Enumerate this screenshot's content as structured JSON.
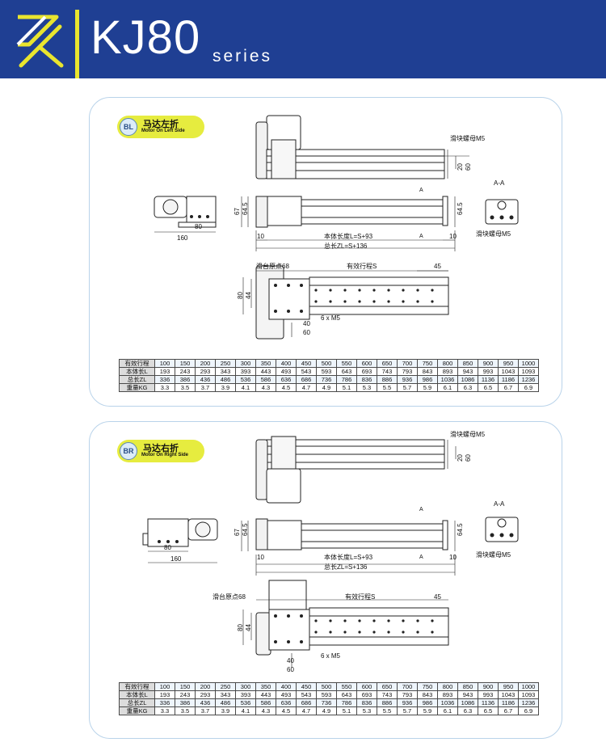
{
  "header": {
    "logo_icon": "zk-logo-icon",
    "title": "KJ80",
    "subtitle": "series",
    "colors": {
      "bar": "#1f3f93",
      "accent": "#e9e52f"
    }
  },
  "panels": [
    {
      "code": "BL",
      "title_cn": "马达左折",
      "title_en": "Motor On Left Side",
      "labels": {
        "slider_nut": "滑块螺母M5",
        "section": "A-A",
        "section_nut": "滑块螺母M5",
        "mark_a": "A",
        "body_length": "本体长度L=S+93",
        "total_length": "总长ZL=S+136",
        "origin": "滑台原点68",
        "stroke": "有效行程S",
        "holes": "6 x  M5"
      },
      "dims": {
        "d20": "20",
        "d60": "60",
        "d67": "67",
        "d645": "64.5",
        "d645b": "64.5",
        "d10a": "10",
        "d10b": "10",
        "d80": "80",
        "d160": "160",
        "d80v": "80",
        "d44": "44",
        "d40": "40",
        "d60b": "60",
        "d45": "45"
      },
      "table": {
        "rows": [
          {
            "label": "有效行程",
            "values": [
              "100",
              "150",
              "200",
              "250",
              "300",
              "350",
              "400",
              "450",
              "500",
              "550",
              "600",
              "650",
              "700",
              "750",
              "800",
              "850",
              "900",
              "950",
              "1000"
            ]
          },
          {
            "label": "本体长L",
            "values": [
              "193",
              "243",
              "293",
              "343",
              "393",
              "443",
              "493",
              "543",
              "593",
              "643",
              "693",
              "743",
              "793",
              "843",
              "893",
              "943",
              "993",
              "1043",
              "1093"
            ]
          },
          {
            "label": "总长ZL",
            "values": [
              "336",
              "386",
              "436",
              "486",
              "536",
              "586",
              "636",
              "686",
              "736",
              "786",
              "836",
              "886",
              "936",
              "986",
              "1036",
              "1086",
              "1136",
              "1186",
              "1236"
            ]
          },
          {
            "label": "重量KG",
            "values": [
              "3.3",
              "3.5",
              "3.7",
              "3.9",
              "4.1",
              "4.3",
              "4.5",
              "4.7",
              "4.9",
              "5.1",
              "5.3",
              "5.5",
              "5.7",
              "5.9",
              "6.1",
              "6.3",
              "6.5",
              "6.7",
              "6.9"
            ]
          }
        ]
      }
    },
    {
      "code": "BR",
      "title_cn": "马达右折",
      "title_en": "Motor On Right Side",
      "labels": {
        "slider_nut": "滑块螺母M5",
        "section": "A-A",
        "section_nut": "滑块螺母M5",
        "mark_a": "A",
        "body_length": "本体长度L=S+93",
        "total_length": "总长ZL=S+136",
        "origin": "滑台原点68",
        "stroke": "有效行程S",
        "holes": "6 x  M5"
      },
      "dims": {
        "d20": "20",
        "d60": "60",
        "d67": "67",
        "d645": "64.5",
        "d645b": "64.5",
        "d10a": "10",
        "d10b": "10",
        "d80": "80",
        "d160": "160",
        "d80v": "80",
        "d44": "44",
        "d40": "40",
        "d60b": "60",
        "d45": "45"
      },
      "table": {
        "rows": [
          {
            "label": "有效行程",
            "values": [
              "100",
              "150",
              "200",
              "250",
              "300",
              "350",
              "400",
              "450",
              "500",
              "550",
              "600",
              "650",
              "700",
              "750",
              "800",
              "850",
              "900",
              "950",
              "1000"
            ]
          },
          {
            "label": "本体长L",
            "values": [
              "193",
              "243",
              "293",
              "343",
              "393",
              "443",
              "493",
              "543",
              "593",
              "643",
              "693",
              "743",
              "793",
              "843",
              "893",
              "943",
              "993",
              "1043",
              "1093"
            ]
          },
          {
            "label": "总长ZL",
            "values": [
              "336",
              "386",
              "436",
              "486",
              "536",
              "586",
              "636",
              "686",
              "736",
              "786",
              "836",
              "886",
              "936",
              "986",
              "1036",
              "1086",
              "1136",
              "1186",
              "1236"
            ]
          },
          {
            "label": "重量KG",
            "values": [
              "3.3",
              "3.5",
              "3.7",
              "3.9",
              "4.1",
              "4.3",
              "4.5",
              "4.7",
              "4.9",
              "5.1",
              "5.3",
              "5.5",
              "5.7",
              "5.9",
              "6.1",
              "6.3",
              "6.5",
              "6.7",
              "6.9"
            ]
          }
        ]
      }
    }
  ]
}
